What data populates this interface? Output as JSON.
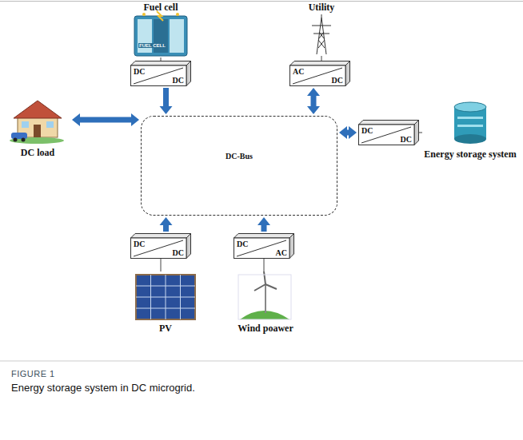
{
  "diagram": {
    "caption": "Energy storage system in DC microgrid.",
    "nodes": [
      {
        "text": [
          "Fuel cell"
        ]
      },
      {
        "text": [
          "Utility"
        ]
      },
      {
        "text": [
          "DC",
          "DC"
        ]
      },
      {
        "text": [
          "AC",
          "DC"
        ]
      },
      {
        "text": [
          "DC-Bus"
        ]
      },
      {
        "text": [
          "DC load"
        ]
      },
      {
        "text": [
          "DC",
          "DC"
        ]
      },
      {
        "text": [
          "Energy storage system"
        ]
      },
      {
        "text": [
          "DC",
          "DC"
        ]
      },
      {
        "text": [
          "DC",
          "AC"
        ]
      },
      {
        "text": [
          "PV"
        ]
      },
      {
        "text": [
          "Wind poawer"
        ]
      }
    ],
    "edges": [
      {
        "from": 0,
        "to": 2,
        "arrow": "none"
      },
      {
        "from": 1,
        "to": 3,
        "arrow": "none"
      },
      {
        "from": 2,
        "to": 4,
        "arrow": "to"
      },
      {
        "from": 3,
        "to": 4,
        "arrow": "both"
      },
      {
        "from": 5,
        "to": 4,
        "arrow": "both"
      },
      {
        "from": 6,
        "to": 4,
        "arrow": "both"
      },
      {
        "from": 6,
        "to": 7,
        "arrow": "none"
      },
      {
        "from": 8,
        "to": 4,
        "arrow": "to"
      },
      {
        "from": 9,
        "to": 4,
        "arrow": "to"
      },
      {
        "from": 8,
        "to": 10,
        "arrow": "none"
      },
      {
        "from": 9,
        "to": 11,
        "arrow": "none"
      }
    ],
    "labels": [
      "FUEL CELL",
      "FIGURE 1"
    ]
  }
}
